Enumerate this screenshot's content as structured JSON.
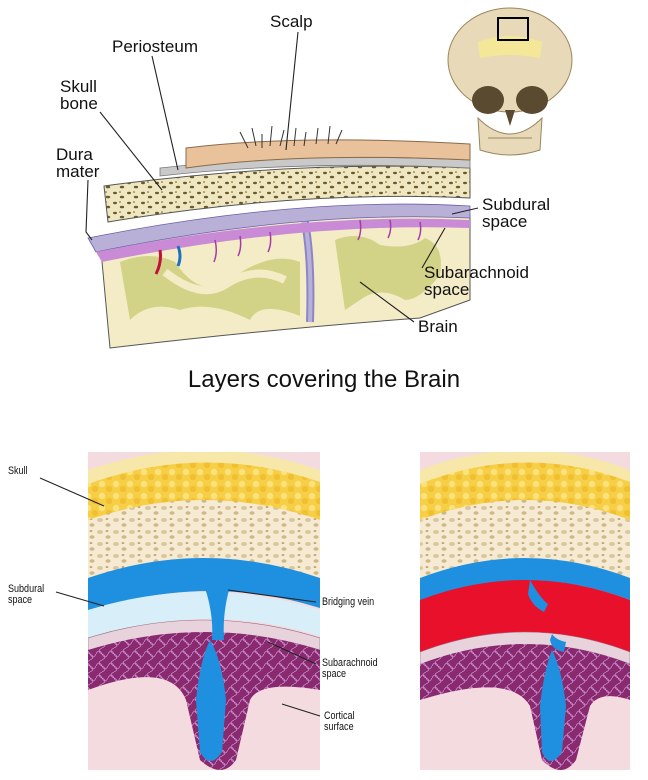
{
  "top_diagram": {
    "labels": {
      "scalp": "Scalp",
      "periosteum": "Periosteum",
      "skull_bone": "Skull\nbone",
      "dura_mater": "Dura\nmater",
      "subdural_space": "Subdural\nspace",
      "subarachnoid_space": "Subarachnoid\nspace",
      "brain": "Brain"
    },
    "caption": "Layers covering the Brain"
  },
  "bottom_diagram": {
    "labels": {
      "skull": "Skull",
      "subdural_space": "Subdural\nspace",
      "bridging_vein": "Bridging vein",
      "subarachnoid_space": "Subarachnoid\nspace",
      "cortical_surface": "Cortical\nsurface"
    }
  },
  "colors": {
    "scalp": "#e9c29c",
    "periosteum": "#c9c9c9",
    "bone": "#efe6c2",
    "bone_pores": "#6b5a2a",
    "dura": "#b9b0d8",
    "arachnoid": "#c98ad6",
    "brain_tissue": "#f3ecc6",
    "brain_gyri": "#cbcf7a",
    "fat_layer": "#f7cf46",
    "vein_blue": "#1f8fe0",
    "subdural_light": "#d8eef8",
    "subarachnoid_purple": "#8a2a6e",
    "cortex_pink": "#f4dbe0",
    "hematoma_red": "#e8102a"
  }
}
